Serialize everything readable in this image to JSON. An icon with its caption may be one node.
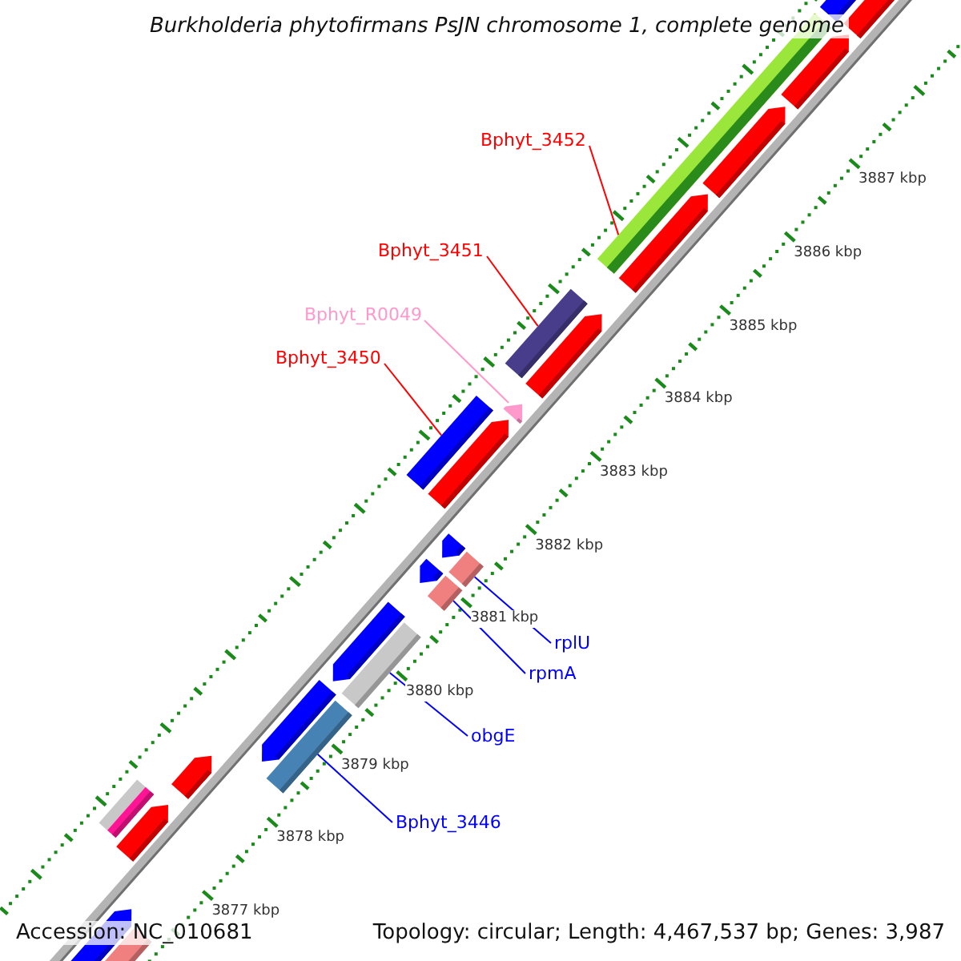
{
  "diagram": {
    "title": "Burkholderia phytofirmans PsJN chromosome 1, complete genome",
    "nodes": [
      {
        "text": [
          "Bphyt_3452"
        ]
      },
      {
        "text": [],
        "shape": "bar"
      },
      {
        "text": [
          "Bphyt_3451"
        ]
      },
      {
        "text": [],
        "shape": "bar"
      },
      {
        "text": [
          "Bphyt_R0049"
        ]
      },
      {
        "text": [],
        "shape": "arrow"
      },
      {
        "text": [
          "Bphyt_3450"
        ]
      },
      {
        "text": [],
        "shape": "bar"
      },
      {
        "text": [
          "rplU"
        ]
      },
      {
        "text": [],
        "shape": "bar"
      },
      {
        "text": [
          "rpmA"
        ]
      },
      {
        "text": [],
        "shape": "bar"
      },
      {
        "text": [
          "obgE"
        ]
      },
      {
        "text": [],
        "shape": "bar"
      },
      {
        "text": [
          "Bphyt_3446"
        ]
      },
      {
        "text": [],
        "shape": "bar"
      }
    ],
    "edges": [
      {
        "from": 0,
        "to": 1,
        "arrow": "none",
        "color": "#ff0000"
      },
      {
        "from": 2,
        "to": 3,
        "arrow": "none",
        "color": "#ff0000"
      },
      {
        "from": 4,
        "to": 5,
        "arrow": "none",
        "color": "#ff99cc"
      },
      {
        "from": 6,
        "to": 7,
        "arrow": "none",
        "color": "#ff0000"
      },
      {
        "from": 8,
        "to": 9,
        "arrow": "none"
      },
      {
        "from": 10,
        "to": 11,
        "arrow": "none"
      },
      {
        "from": 12,
        "to": 13,
        "arrow": "none"
      },
      {
        "from": 14,
        "to": 15,
        "arrow": "none"
      }
    ],
    "labels": [
      "3887 kbp",
      "3886 kbp",
      "3885 kbp",
      "3884 kbp",
      "3883 kbp",
      "3882 kbp",
      "3881 kbp",
      "3880 kbp",
      "3879 kbp",
      "3878 kbp",
      "3877 kbp",
      "Accession: NC_010681",
      "Topology: circular; Length: 4,467,537 bp; Genes: 3,987"
    ]
  }
}
